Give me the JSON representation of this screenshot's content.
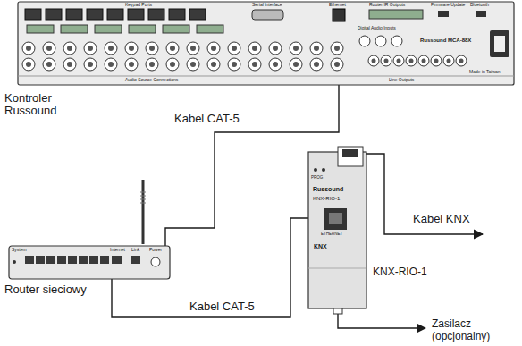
{
  "diagram": {
    "nodes": [
      {
        "text": [
          "Kontroler Russound",
          "Keypad Ports",
          "Serial Interface",
          "Ethernet",
          "Router IR Outputs",
          "Firmware Update",
          "Bluetooth",
          "Digital Audio Inputs",
          "Russound MCA-88X",
          "Audio Source Connections",
          "Line Outputs",
          "Made in Taiwan"
        ]
      },
      {
        "text": [
          "Router sieciowy",
          "System",
          "Internet",
          "Link",
          "Power"
        ]
      },
      {
        "text": [
          "KNX-RIO-1",
          "PROG",
          "Russound",
          "KNX-RIO-1",
          "ETHERNET",
          "KNX"
        ]
      }
    ],
    "edges": [
      {
        "from": 0,
        "to": 1,
        "arrow": "none",
        "label": "Kabel CAT-5"
      },
      {
        "from": 1,
        "to": 2,
        "arrow": "none",
        "label": "Kabel CAT-5"
      }
    ],
    "labels": [
      "Kabel KNX",
      "Zasilacz (opcjonalny)"
    ]
  }
}
